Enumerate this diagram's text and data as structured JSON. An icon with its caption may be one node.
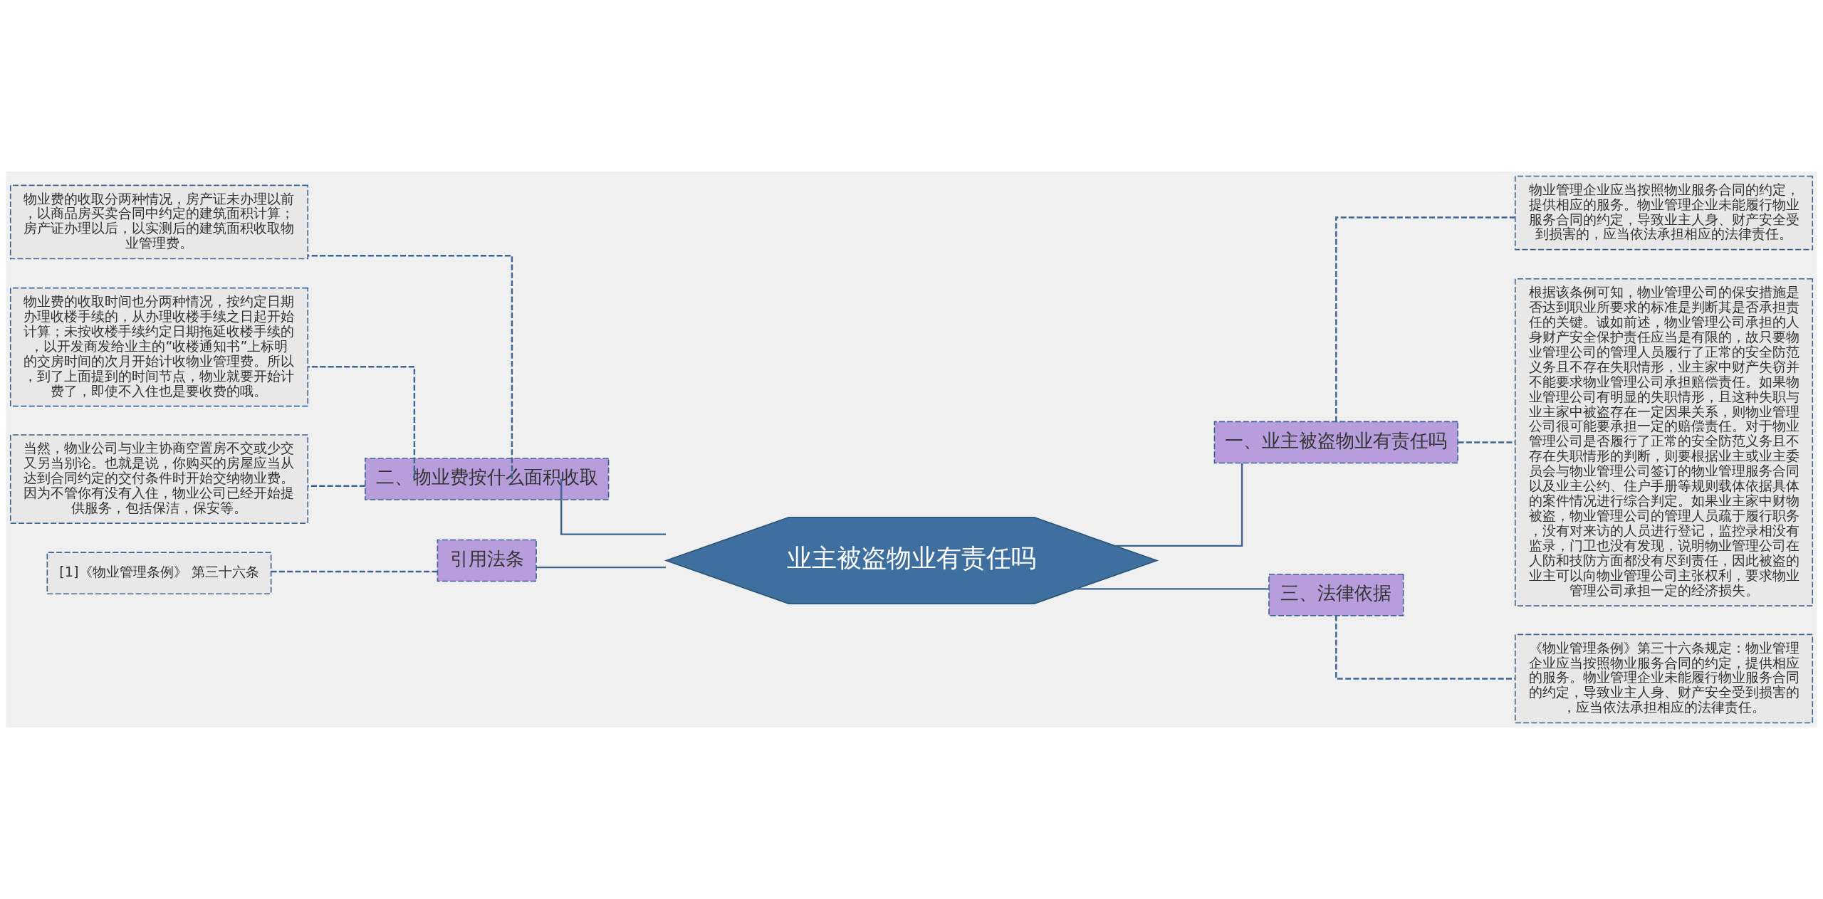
{
  "diagram": {
    "nodes": [
      {
        "text": [
          "业主被盗物业有责任吗"
        ]
      },
      {
        "text": [
          "一、业主被盗物业有责任吗"
        ]
      },
      {
        "text": [
          "物业管理企业应当按照物业服务合同的约定，提供相应的服务。物业管理企业未能履行物业服务合同的约定，导致业主人身、财产安全受到损害的，应当依法承担相应的法律责任。"
        ]
      },
      {
        "text": [
          "根据该条例可知，物业管理公司的保安措施是否达到职业所要求的标准是判断其是否承担责任的关键。诚如前述，物业管理公司承担的人身财产安全保护责任应当是有限的，故只要物业管理公司的管理人员履行了正常的安全防范义务且不存在失职情形，业主家中财产失窃并不能要求物业管理公司承担赔偿责任。如果物业管理公司有明显的失职情形，且这种失职与业主家中被盗存在一定因果关系，则物业管理公司很可能要承担一定的赔偿责任。对于物业管理公司是否履行了正常的安全防范义务且不存在失职情形的判断，则要根据业主或业主委员会与物业管理公司签订的物业管理服务合同以及业主公约、住户手册等规则载体依据具体的案件情况进行综合判定。如果业主家中财物被盗，物业管理公司的管理人员疏于履行职务，没有对来访的人员进行登记，监控录相没有监录，门卫也没有发现，说明物业管理公司在人防和技防方面都没有尽到责任，因此被盗的业主可以向物业管理公司主张权利，要求物业管理公司承担一定的经济损失。"
        ]
      },
      {
        "text": [
          "二、物业费按什么面积收取"
        ]
      },
      {
        "text": [
          "物业费的收取分两种情况，房产证未办理以前，以商品房买卖合同中约定的建筑面积计算；房产证办理以后，以实测后的建筑面积收取物业管理费。"
        ]
      },
      {
        "text": [
          "物业费的收取时间也分两种情况，按约定日期办理收楼手续的，从办理收楼手续之日起开始计算；未按收楼手续约定日期拖延收楼手续的，以开发商发给业主的“收楼通知书”上标明的交房时间的次月开始计收物业管理费。所以，到了上面提到的时间节点，物业就要开始计费了，即使不入住也是要收费的哦。"
        ]
      },
      {
        "text": [
          "当然，物业公司与业主协商空置房不交或少交又另当别论。也就是说，你购买的房屋应当从达到合同约定的交付条件时开始交纳物业费。因为不管你有没有入住，物业公司已经开始提供服务，包括保洁，保安等。"
        ]
      },
      {
        "text": [
          "三、法律依据"
        ]
      },
      {
        "text": [
          "《物业管理条例》第三十六条规定：物业管理企业应当按照物业服务合同的约定，提供相应的服务。物业管理企业未能履行物业服务合同的约定，导致业主人身、财产安全受到损害的，应当依法承担相应的法律责任。"
        ]
      },
      {
        "text": [
          "引用法条"
        ]
      },
      {
        "text": [
          "[1]《物业管理条例》 第三十六条"
        ]
      }
    ],
    "edges": [
      {
        "from": 0,
        "to": 1,
        "arrow": "none"
      },
      {
        "from": 1,
        "to": 2,
        "arrow": "none",
        "style": "dashed"
      },
      {
        "from": 1,
        "to": 3,
        "arrow": "none",
        "style": "dashed"
      },
      {
        "from": 0,
        "to": 4,
        "arrow": "none"
      },
      {
        "from": 4,
        "to": 5,
        "arrow": "none",
        "style": "dashed"
      },
      {
        "from": 4,
        "to": 6,
        "arrow": "none",
        "style": "dashed"
      },
      {
        "from": 4,
        "to": 7,
        "arrow": "none",
        "style": "dashed"
      },
      {
        "from": 0,
        "to": 8,
        "arrow": "none"
      },
      {
        "from": 8,
        "to": 9,
        "arrow": "none",
        "style": "dashed"
      },
      {
        "from": 0,
        "to": 10,
        "arrow": "none"
      },
      {
        "from": 10,
        "to": 11,
        "arrow": "none",
        "style": "dashed"
      }
    ]
  }
}
